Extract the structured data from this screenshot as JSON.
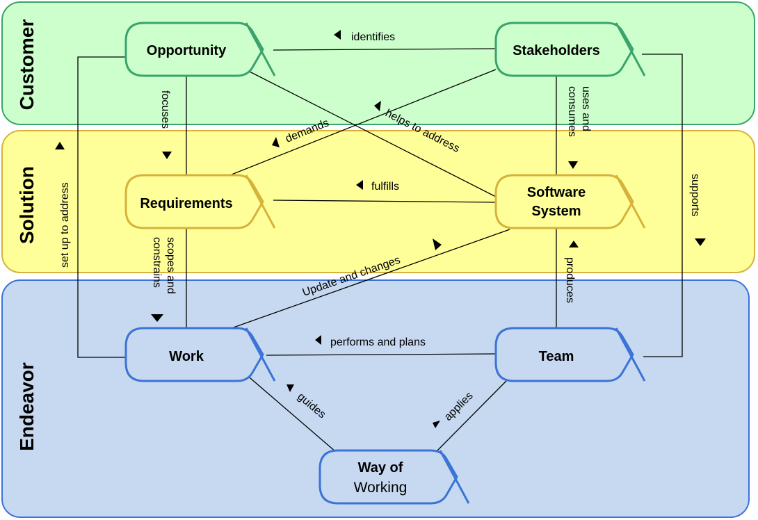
{
  "areas": {
    "customer": {
      "label": "Customer",
      "fill": "#ccffcc",
      "stroke": "#3aa36b"
    },
    "solution": {
      "label": "Solution",
      "fill": "#ffff99",
      "stroke": "#d6b23b"
    },
    "endeavor": {
      "label": "Endeavor",
      "fill": "#c6d9f1",
      "stroke": "#3b73d6"
    }
  },
  "alphas": {
    "opportunity": "Opportunity",
    "stakeholders": "Stakeholders",
    "requirements": "Requirements",
    "software_system": [
      "Software",
      "System"
    ],
    "work": "Work",
    "team": "Team",
    "way_of_working": [
      "Way of",
      "Working"
    ]
  },
  "relationships": {
    "identifies": "identifies",
    "focuses": "focuses",
    "uses_and_consumes": [
      "uses and",
      "consumes"
    ],
    "demands": "demands",
    "helps_to_address": "helps to address",
    "fulfills": "fulfills",
    "set_up_to_address": "set up to address",
    "supports": "supports",
    "scopes_and_constrains": [
      "scopes and",
      "constrains"
    ],
    "update_and_changes": "Update and changes",
    "produces": "produces",
    "performs_and_plans": "performs and plans",
    "guides": "guides",
    "applies": "applies"
  }
}
